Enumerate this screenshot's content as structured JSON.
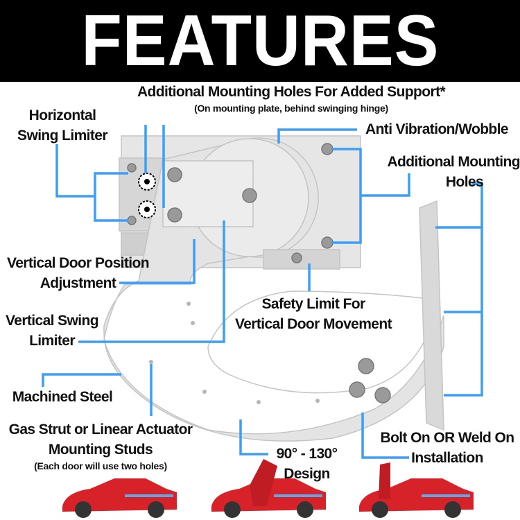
{
  "header": {
    "title": "FEATURES"
  },
  "labels": {
    "support_holes": {
      "line1": "Additional Mounting Holes For Added Support*",
      "sub": "(On mounting plate, behind swinging hinge)"
    },
    "horizontal_limiter": {
      "line1": "Horizontal",
      "line2": "Swing Limiter"
    },
    "anti_vibration": {
      "line1": "Anti Vibration/Wobble"
    },
    "mounting_holes": {
      "line1": "Additional Mounting",
      "line2": "Holes"
    },
    "vertical_position": {
      "line1": "Vertical Door Position",
      "line2": "Adjustment"
    },
    "safety_limit": {
      "line1": "Safety Limit For",
      "line2": "Vertical Door Movement"
    },
    "vertical_limiter": {
      "line1": "Vertical Swing",
      "line2": "Limiter"
    },
    "machined_steel": {
      "line1": "Machined Steel"
    },
    "gas_strut": {
      "line1": "Gas Strut or Linear Actuator",
      "line2": "Mounting Studs",
      "sub": "(Each door will use two holes)"
    },
    "design": {
      "line1": "90° - 130°",
      "line2": "Design"
    },
    "bolt_on": {
      "line1": "Bolt On OR Weld On",
      "line2": "Installation"
    }
  },
  "colors": {
    "accent": "#3d9ef5",
    "car": "#d8222a",
    "metal": "#dcdcdc"
  }
}
